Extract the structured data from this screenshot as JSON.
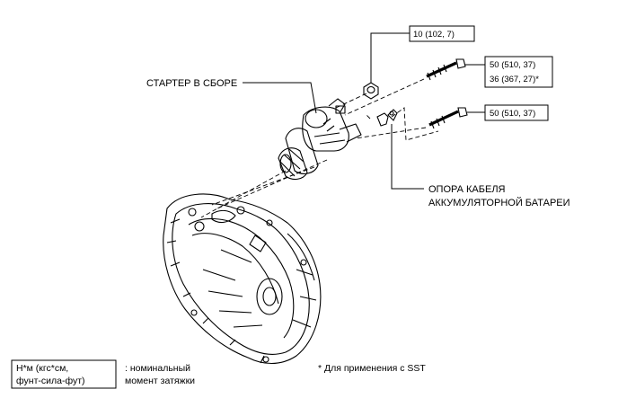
{
  "labels": {
    "starter": "СТАРТЕР В СБОРЕ",
    "cable_support_line1": "ОПОРА КАБЕЛЯ",
    "cable_support_line2": "АККУМУЛЯТОРНОЙ БАТАРЕИ"
  },
  "torque": {
    "nut": "10 (102, 7)",
    "bolt_upper_1": "50 (510, 37)",
    "bolt_upper_2": "36 (367, 27)*",
    "bolt_lower": "50 (510, 37)"
  },
  "legend": {
    "unit_line1": "Н*м (кгс*см,",
    "unit_line2": "фунт-сила-фут)",
    "desc_line1": ": номинальный",
    "desc_line2": "момент затяжки"
  },
  "note": "* Для применения с SST"
}
